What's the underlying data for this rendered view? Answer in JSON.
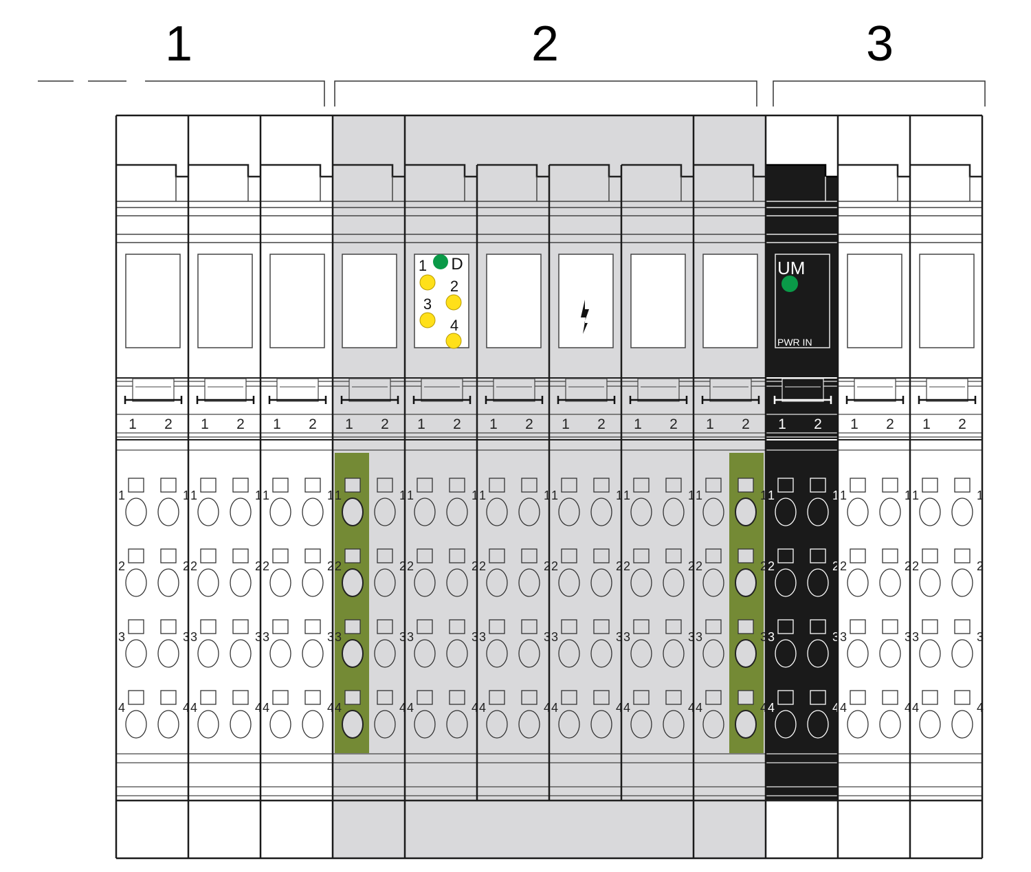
{
  "groups": [
    {
      "label": "1",
      "modules": [
        0,
        1,
        2
      ]
    },
    {
      "label": "2",
      "modules": [
        3,
        4,
        5,
        6,
        7,
        8
      ]
    },
    {
      "label": "3",
      "modules": [
        9,
        10,
        11
      ]
    }
  ],
  "modules": [
    {
      "type": "plain",
      "shade": "white"
    },
    {
      "type": "plain",
      "shade": "white"
    },
    {
      "type": "plain",
      "shade": "white"
    },
    {
      "type": "plain",
      "shade": "gray",
      "bridge": "left"
    },
    {
      "type": "led-status",
      "shade": "gray"
    },
    {
      "type": "plain",
      "shade": "gray"
    },
    {
      "type": "lightning",
      "shade": "gray"
    },
    {
      "type": "plain",
      "shade": "gray"
    },
    {
      "type": "plain",
      "shade": "gray",
      "bridge": "right"
    },
    {
      "type": "power-in",
      "shade": "black"
    },
    {
      "type": "plain",
      "shade": "white"
    },
    {
      "type": "plain",
      "shade": "white"
    }
  ],
  "terminal_labels": [
    "1",
    "2"
  ],
  "row_labels": [
    "1",
    "2",
    "3",
    "4"
  ],
  "led_module": {
    "labels": {
      "one": "1",
      "diag": "D",
      "two": "2",
      "three": "3",
      "four": "4"
    },
    "diag_color": "#0a9a48",
    "channel_color": "#ffe01a"
  },
  "power_module": {
    "title": "UM",
    "caption": "PWR IN",
    "led_color": "#0a9a48"
  },
  "colors": {
    "gray": "#d9d9db",
    "black": "#1a1a1a",
    "bridge": "#748a35",
    "line": "#1a1a1a"
  }
}
